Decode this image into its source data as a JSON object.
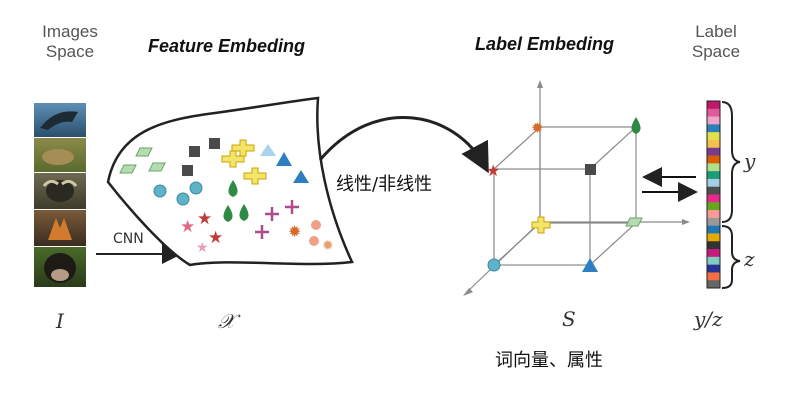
{
  "titles": {
    "images_space_1": "Images",
    "images_space_2": "Space",
    "feature_embedding": "Feature Embeding",
    "label_embedding": "Label Embeding",
    "label_space_1": "Label",
    "label_space_2": "Space"
  },
  "labels": {
    "cnn": "CNN",
    "mapping": "线性/非线性",
    "word_vec_attr": "词向量、属性",
    "sym_i": "I",
    "sym_x": "𝒳",
    "sym_s": "S",
    "sym_yz": "y/z",
    "brace_y": "y",
    "brace_z": "z"
  },
  "colors": {
    "label_bar": [
      "#c0186a",
      "#e05a9a",
      "#f1a3c8",
      "#2c7fb8",
      "#e3e04f",
      "#f2c14e",
      "#7a3b8f",
      "#d95f02",
      "#b2df8a",
      "#1b9e77",
      "#a6cee3",
      "#4d4d4d",
      "#e7298a",
      "#66a61e",
      "#fb9a99",
      "#999999",
      "#1f78b4",
      "#e6ab02",
      "#333333",
      "#c51b7d",
      "#80cdc1",
      "#253494",
      "#f46d43",
      "#666666"
    ]
  }
}
